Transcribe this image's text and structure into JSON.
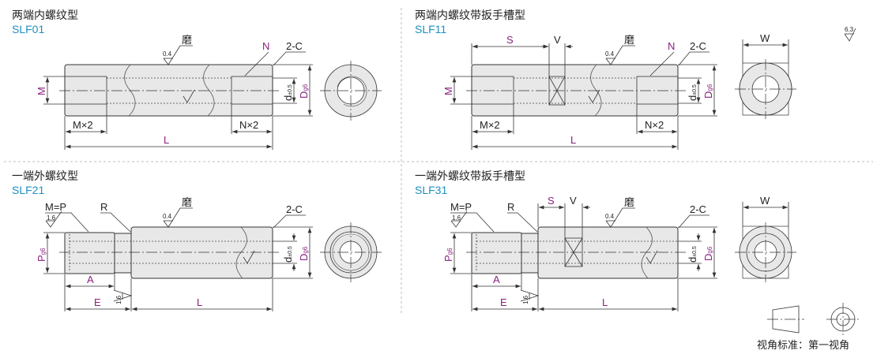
{
  "panels": [
    {
      "title": "两端内螺纹型",
      "code": "SLF01"
    },
    {
      "title": "两端内螺纹带扳手槽型",
      "code": "SLF11"
    },
    {
      "title": "一端外螺纹型",
      "code": "SLF21"
    },
    {
      "title": "一端外螺纹带扳手槽型",
      "code": "SLF31"
    }
  ],
  "labels": {
    "grind": "磨",
    "r04": "0.4",
    "r16": "1.6",
    "r63": "6.3",
    "M": "M",
    "N": "N",
    "C": "2-C",
    "Mx2": "M×2",
    "Nx2": "N×2",
    "L": "L",
    "d": "d",
    "dtol": "±0.5",
    "D": "D",
    "g6": "g6",
    "S": "S",
    "V": "V",
    "W": "W",
    "MP": "M=P",
    "R": "R",
    "P": "P",
    "A": "A",
    "E": "E"
  },
  "legend": {
    "text": "视角标准：第一视角"
  },
  "colors": {
    "title": "#1f8fbf",
    "dim": "#8a1f7e"
  }
}
